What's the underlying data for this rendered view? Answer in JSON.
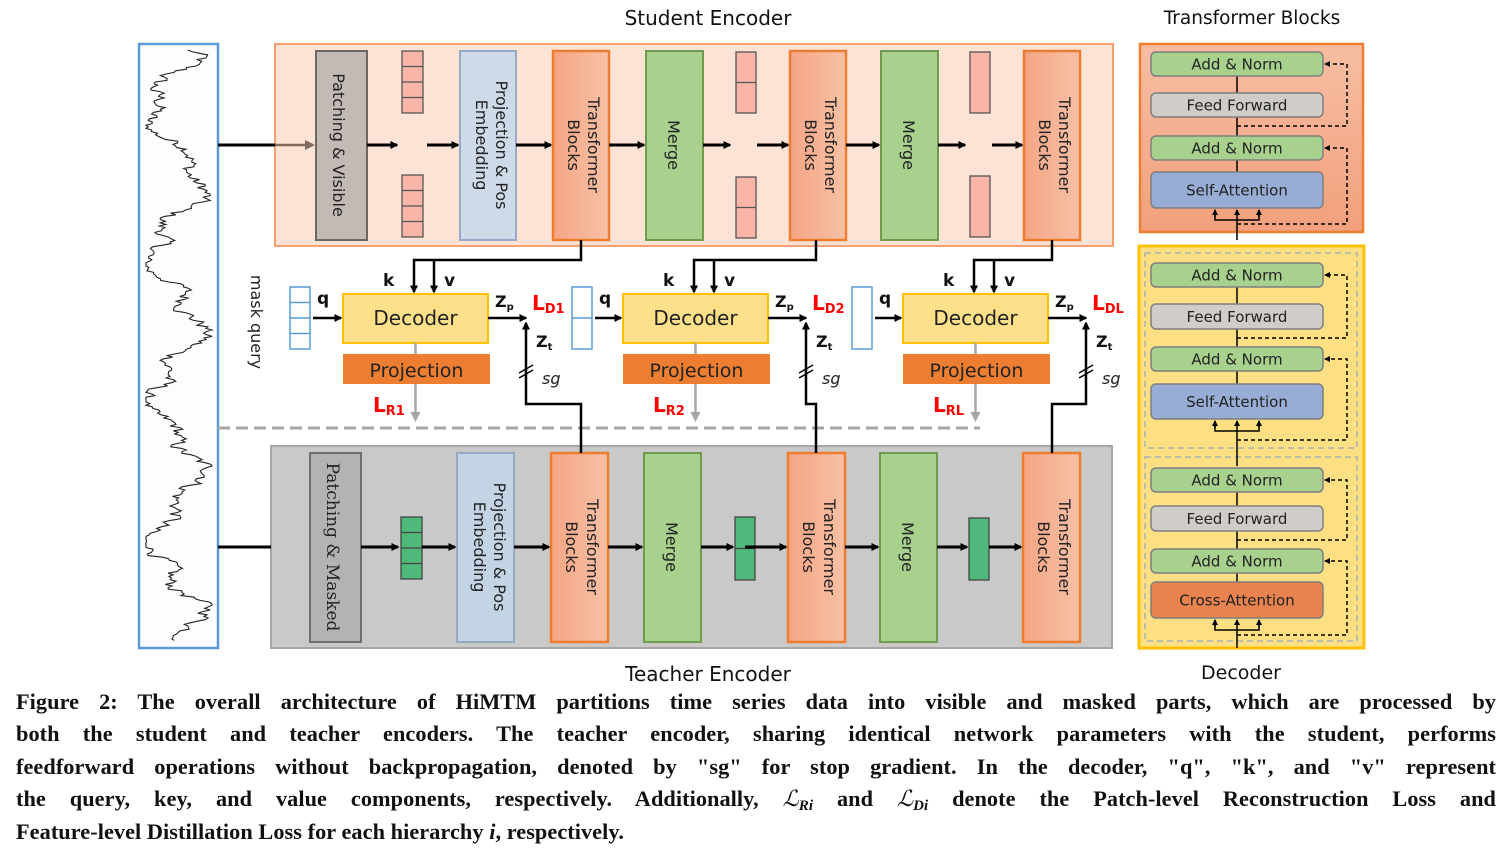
{
  "titles": {
    "student_encoder": "Student Encoder",
    "teacher_encoder": "Teacher Encoder",
    "transformer_blocks": "Transformer Blocks",
    "decoder": "Decoder"
  },
  "input": {
    "mask_query_label": "mask query"
  },
  "student": {
    "patching": "Patching & Visible",
    "projection_line1": "Projection & Pos",
    "projection_line2": "Embedding",
    "transformer_line1": "Transformer",
    "transformer_line2": "Blocks",
    "merge": "Merge"
  },
  "teacher": {
    "patching": "Patching & Masked",
    "projection_line1": "Projection & Pos",
    "projection_line2": "Embedding",
    "transformer_line1": "Transformer",
    "transformer_line2": "Blocks",
    "merge": "Merge"
  },
  "decoders": [
    {
      "label": "Decoder",
      "projection": "Projection",
      "q": "q",
      "k": "k",
      "v": "v",
      "zp": "Z",
      "zp_sub": "p",
      "zt": "Z",
      "zt_sub": "t",
      "sg": "sg",
      "ld": "L",
      "ld_sub": "D1",
      "lr": "L",
      "lr_sub": "R1"
    },
    {
      "label": "Decoder",
      "projection": "Projection",
      "q": "q",
      "k": "k",
      "v": "v",
      "zp": "Z",
      "zp_sub": "p",
      "zt": "Z",
      "zt_sub": "t",
      "sg": "sg",
      "ld": "L",
      "ld_sub": "D2",
      "lr": "L",
      "lr_sub": "R2"
    },
    {
      "label": "Decoder",
      "projection": "Projection",
      "q": "q",
      "k": "k",
      "v": "v",
      "zp": "Z",
      "zp_sub": "p",
      "zt": "Z",
      "zt_sub": "t",
      "sg": "sg",
      "ld": "L",
      "ld_sub": "DL",
      "lr": "L",
      "lr_sub": "RL"
    }
  ],
  "transformer_block_detail": {
    "add_norm_top": "Add & Norm",
    "feed_forward": "Feed Forward",
    "add_norm_bottom": "Add & Norm",
    "self_attention": "Self-Attention"
  },
  "decoder_detail": {
    "upper": {
      "add_norm_top": "Add & Norm",
      "feed_forward": "Feed Forward",
      "add_norm_bottom": "Add & Norm",
      "self_attention": "Self-Attention"
    },
    "lower": {
      "add_norm_top": "Add & Norm",
      "feed_forward": "Feed Forward",
      "add_norm_bottom": "Add & Norm",
      "cross_attention": "Cross-Attention"
    }
  },
  "colors": {
    "loss_red": "#ff0000",
    "student_bg": "#fce3d5",
    "teacher_bg": "#c9c9c9",
    "merge_green": "#a9d18e",
    "transformer_orange": "#f5ab88",
    "decoder_yellow": "#ffe08a",
    "projection_orange": "#ed7d31",
    "self_attention_blue": "#97add6",
    "cross_attention_orange": "#e8834f"
  },
  "caption": {
    "line1": "Figure 2: The overall architecture of HiMTM partitions time series data into visible and masked parts, which are processed by",
    "line2": "both the student and teacher encoders. The teacher encoder, sharing identical network parameters with the student, performs",
    "line3": "feedforward operations without backpropagation, denoted by \"sg\" for stop gradient. In the decoder, \"q\", \"k\", and \"v\" represent",
    "line4_a": "the query, key, and value components, respectively. Additionally, ",
    "line4_lr": "ℒ",
    "line4_lr_sub": "Ri",
    "line4_b": " and ",
    "line4_ld": "ℒ",
    "line4_ld_sub": "Di",
    "line4_c": " denote the Patch-level Reconstruction Loss and",
    "line5_a": "Feature-level Distillation Loss for each hierarchy ",
    "line5_i": "i",
    "line5_b": ", respectively."
  }
}
